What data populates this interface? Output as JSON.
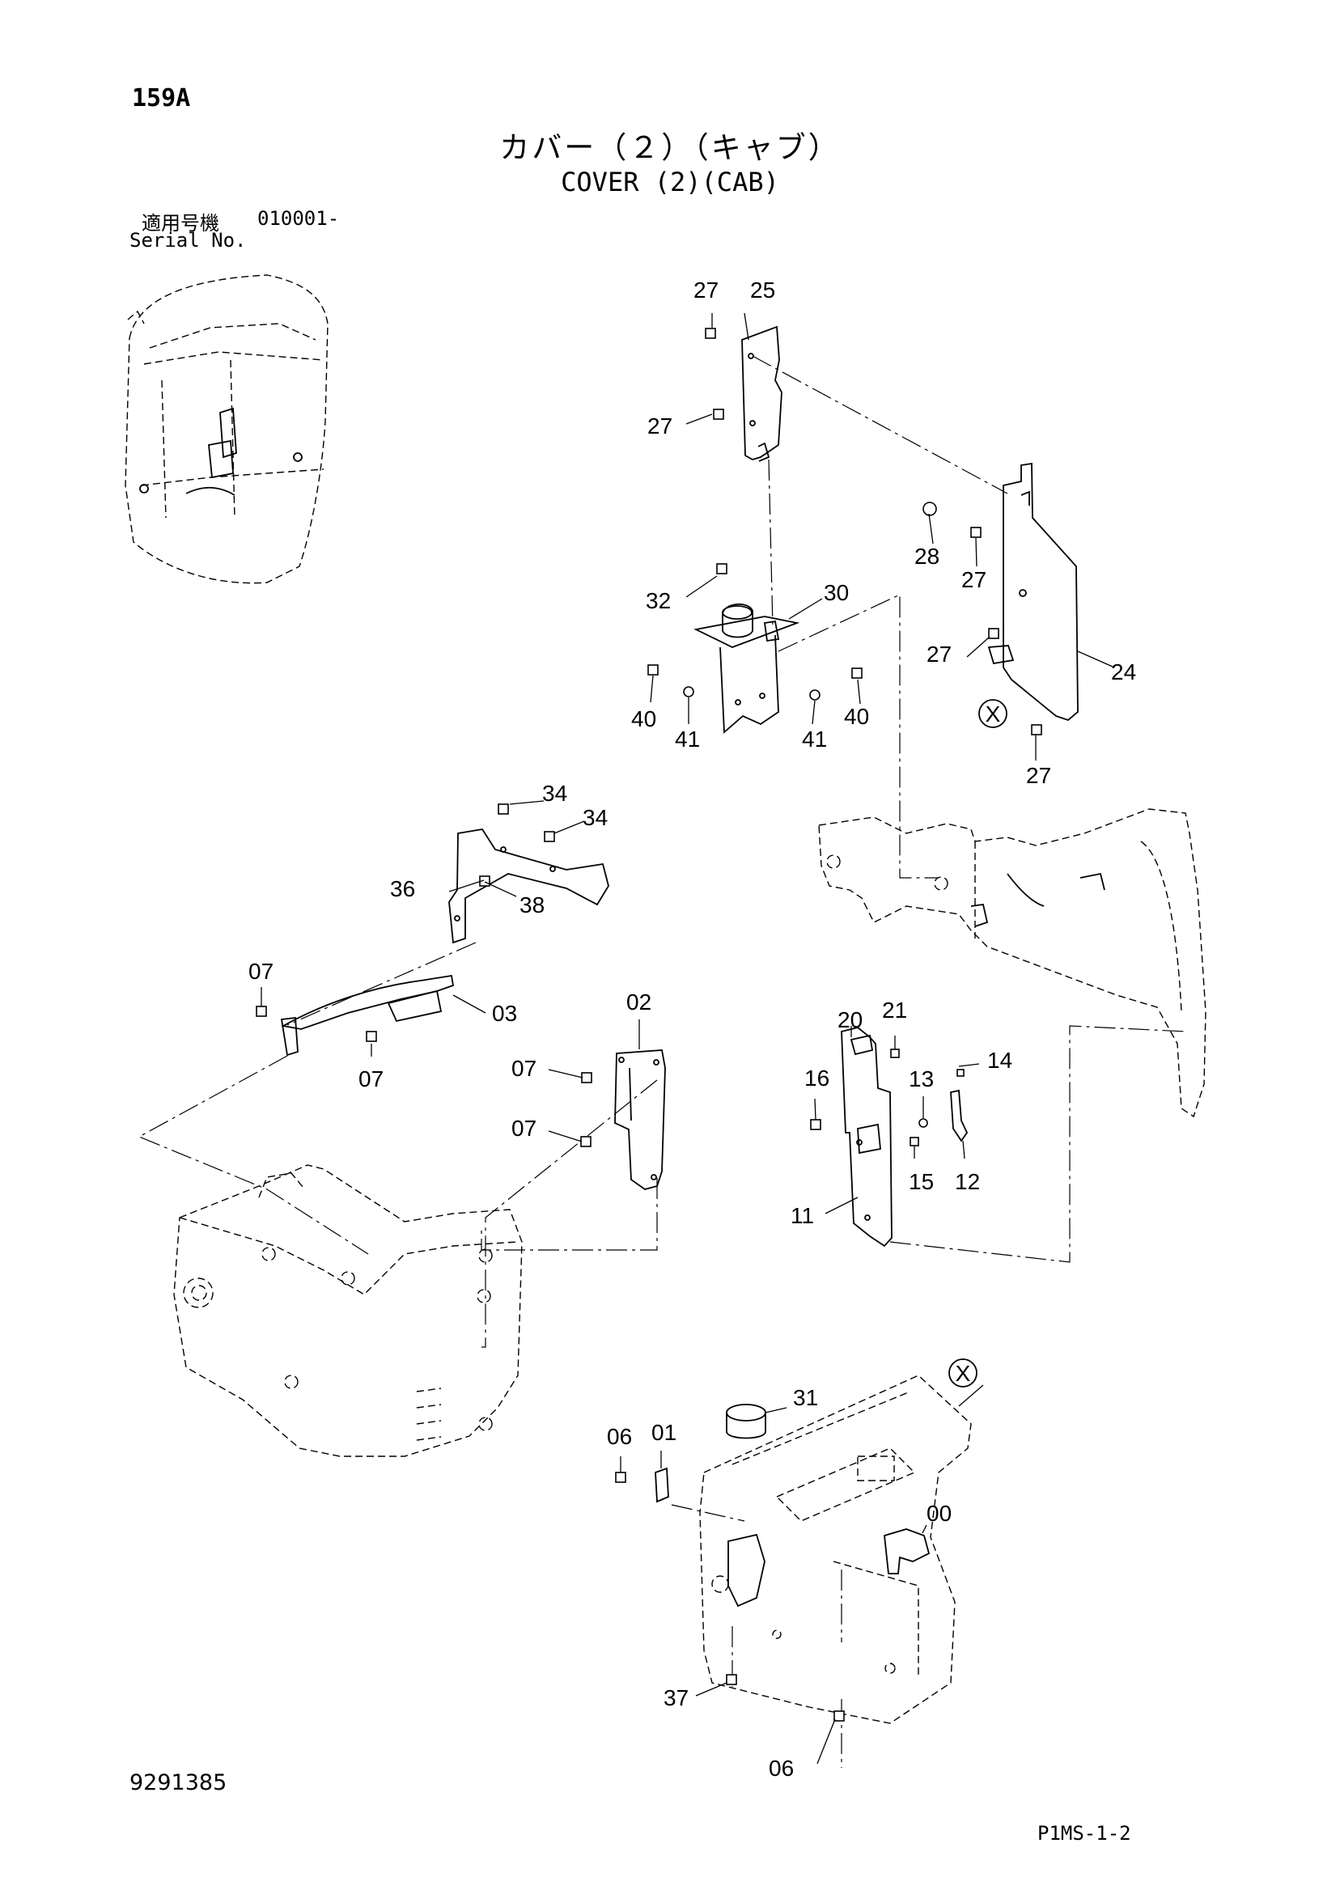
{
  "header": {
    "page_code": "159A",
    "title_ja": "カバー（２）（キャブ）",
    "title_en": "COVER (2)(CAB)",
    "serial_label_ja": "適用号機",
    "serial_value": "010001-",
    "serial_label_en": "Serial No."
  },
  "footer": {
    "doc_number": "9291385",
    "sheet_code": "P1MS-1-2"
  },
  "callouts": {
    "c27a": "27",
    "c25": "25",
    "c27b": "27",
    "c28": "28",
    "c27c": "27",
    "c32": "32",
    "c30": "30",
    "c27d": "27",
    "c24": "24",
    "c40a": "40",
    "c41a": "41",
    "c41b": "41",
    "c40b": "40",
    "c27e": "27",
    "c34a": "34",
    "c34b": "34",
    "c36": "36",
    "c38": "38",
    "c07a": "07",
    "c03": "03",
    "c07b": "07",
    "c02": "02",
    "c07c": "07",
    "c07d": "07",
    "c20": "20",
    "c21": "21",
    "c14": "14",
    "c16": "16",
    "c13": "13",
    "c15": "15",
    "c12": "12",
    "c11": "11",
    "c31": "31",
    "c06a": "06",
    "c01": "01",
    "c00": "00",
    "c37": "37",
    "c06b": "06"
  },
  "reference_marks": {
    "x_upper": "X",
    "x_lower": "X"
  }
}
